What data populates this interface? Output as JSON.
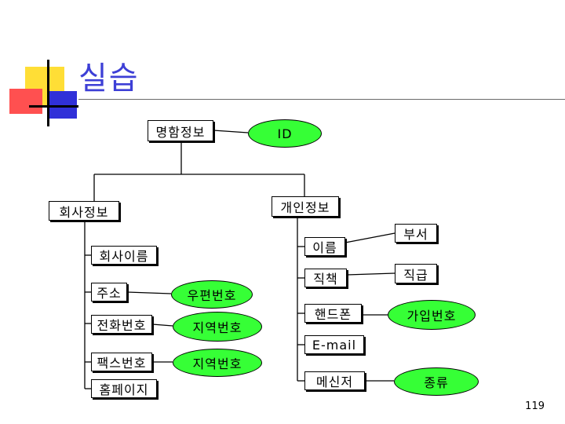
{
  "slide": {
    "title": "실습",
    "page_number": "119"
  },
  "diagram": {
    "card_info": "명함정보",
    "id": "ID",
    "company_info": "회사정보",
    "personal_info": "개인정보",
    "company_name": "회사이름",
    "address": "주소",
    "postal_code": "우편번호",
    "phone": "전화번호",
    "phone_area_code": "지역번호",
    "fax": "팩스번호",
    "fax_area_code": "지역번호",
    "homepage": "홈페이지",
    "name": "이름",
    "department": "부서",
    "position": "직책",
    "rank": "직급",
    "mobile": "핸드폰",
    "carrier_code": "가입번호",
    "email": "E-mail",
    "messenger": "메신저",
    "messenger_type": "종류"
  },
  "colors": {
    "title": "#3d3fd6",
    "oval_fill": "#36ff36",
    "deco_yellow": "#ffde36",
    "deco_red": "#ff5050",
    "deco_blue": "#3030d8"
  }
}
